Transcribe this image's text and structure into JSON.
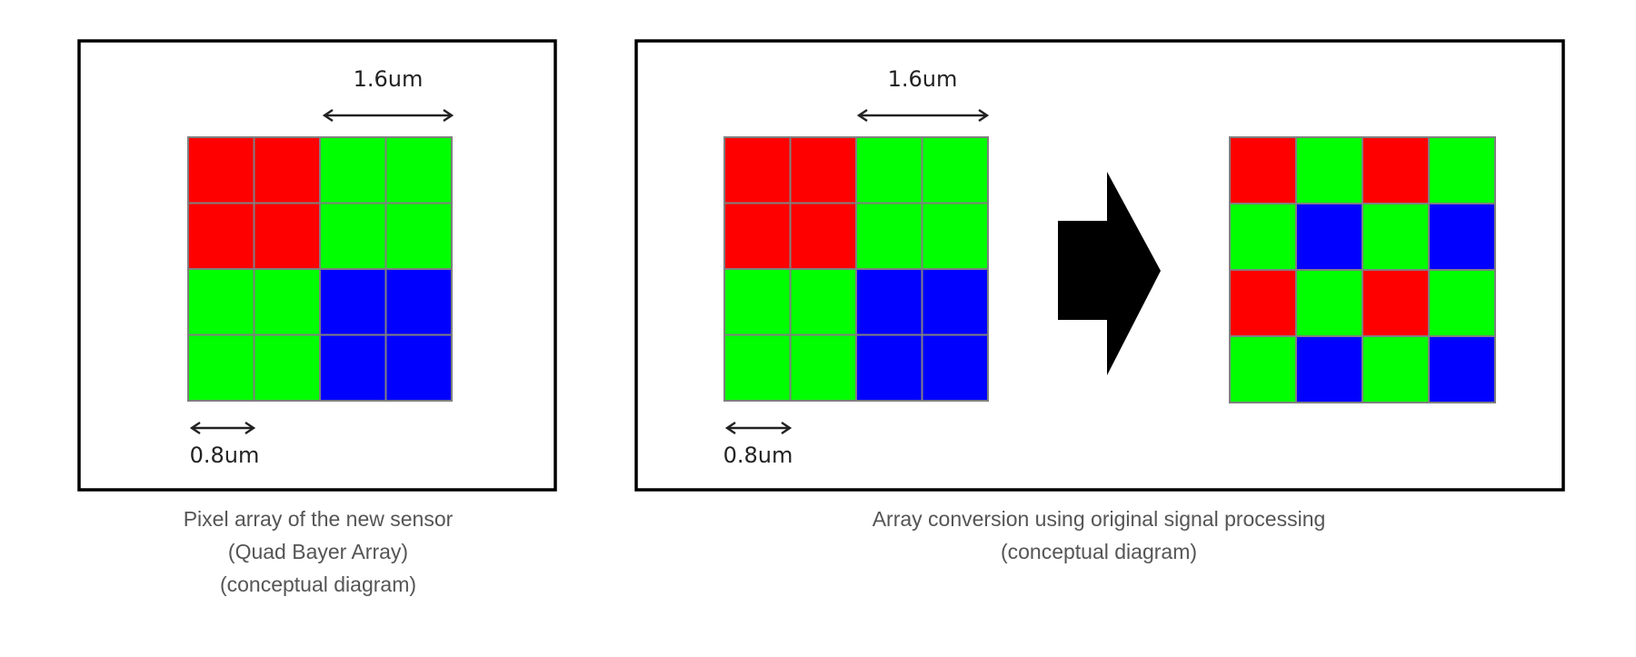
{
  "colors": {
    "R": "#ff0000",
    "G": "#00ff00",
    "B": "#0000ff",
    "gridline": "#7f7f7f",
    "border": "#000000",
    "caption": "#555555"
  },
  "left_panel": {
    "dim_large": "1.6um",
    "dim_small": "0.8um",
    "grid": [
      [
        "R",
        "R",
        "G",
        "G"
      ],
      [
        "R",
        "R",
        "G",
        "G"
      ],
      [
        "G",
        "G",
        "B",
        "B"
      ],
      [
        "G",
        "G",
        "B",
        "B"
      ]
    ],
    "caption": [
      "Pixel array of the new sensor",
      "(Quad Bayer Array)",
      "(conceptual diagram)"
    ]
  },
  "right_panel": {
    "dim_large": "1.6um",
    "dim_small": "0.8um",
    "grid_before": [
      [
        "R",
        "R",
        "G",
        "G"
      ],
      [
        "R",
        "R",
        "G",
        "G"
      ],
      [
        "G",
        "G",
        "B",
        "B"
      ],
      [
        "G",
        "G",
        "B",
        "B"
      ]
    ],
    "grid_after": [
      [
        "R",
        "G",
        "R",
        "G"
      ],
      [
        "G",
        "B",
        "G",
        "B"
      ],
      [
        "R",
        "G",
        "R",
        "G"
      ],
      [
        "G",
        "B",
        "G",
        "B"
      ]
    ],
    "caption": [
      "Array conversion using original signal processing",
      "(conceptual diagram)"
    ]
  }
}
